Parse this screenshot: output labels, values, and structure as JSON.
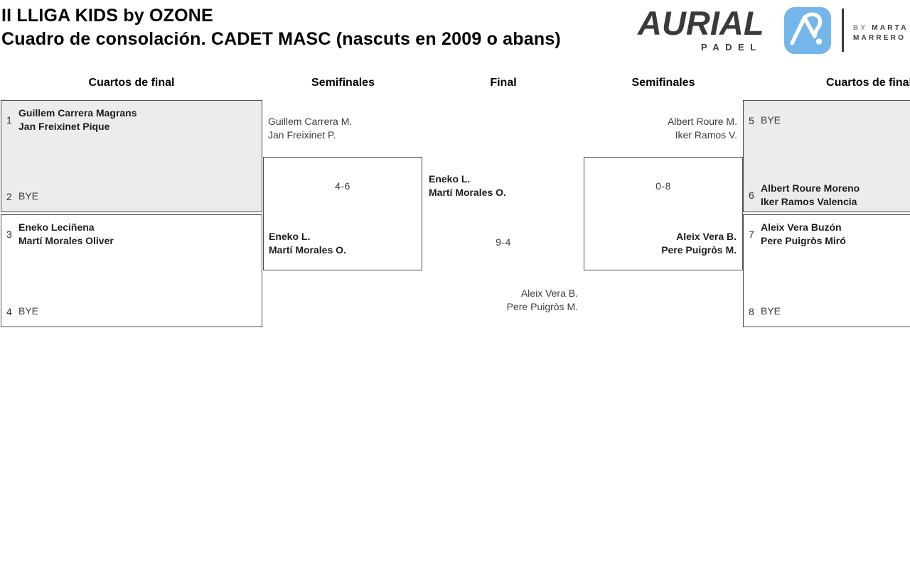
{
  "title": {
    "line1": "II LLIGA KIDS by OZONE",
    "line2": "Cuadro de consolación. CADET MASC (nascuts en 2009 o abans)"
  },
  "logo": {
    "brand": "AURIAL",
    "sub": "PADEL",
    "monogram": "AP",
    "by_label": "BY",
    "name_top": "MARTA",
    "name_bottom": "MARRERO"
  },
  "rounds": [
    "Cuartos de final",
    "Semifinales",
    "Final",
    "Semifinales",
    "Cuartos de final"
  ],
  "bracket": {
    "qf_left": [
      {
        "seed_a": "1",
        "team_a1": "Guillem Carrera Magrans",
        "team_a2": "Jan Freixinet Pique",
        "seed_b": "2",
        "team_b1": "BYE"
      },
      {
        "seed_a": "3",
        "team_a1": "Eneko Leciñena",
        "team_a2": "Martí Morales Oliver",
        "seed_b": "4",
        "team_b1": "BYE"
      }
    ],
    "sf_left": {
      "entrant1": "Guillem Carrera M.",
      "entrant2": "Jan Freixinet P.",
      "score": "4-6",
      "winner1": "Eneko L.",
      "winner2": "Martí Morales O."
    },
    "final": {
      "left1": "Eneko L.",
      "left2": "Martí Morales O.",
      "score": "9-4",
      "right1": "Aleix Vera B.",
      "right2": "Pere Puigròs M."
    },
    "sf_right": {
      "entrant1": "Albert Roure M.",
      "entrant2": "Iker Ramos V.",
      "score": "0-8",
      "winner1": "Aleix Vera B.",
      "winner2": "Pere Puigròs M."
    },
    "qf_right": [
      {
        "seed_a": "5",
        "team_a1": "BYE",
        "seed_b": "6",
        "team_b1": "Albert Roure Moreno",
        "team_b2": "Iker Ramos Valencia"
      },
      {
        "seed_a": "7",
        "team_a1": "Aleix Vera Buzón",
        "team_a2": "Pere Puigròs Miró",
        "seed_b": "8",
        "team_b1": "BYE"
      }
    ]
  },
  "colors": {
    "accent_blue": "#74b6e9",
    "logo_dark": "#3a3a39",
    "box_fill": "#ececec",
    "box_border": "#4d4d4d"
  }
}
